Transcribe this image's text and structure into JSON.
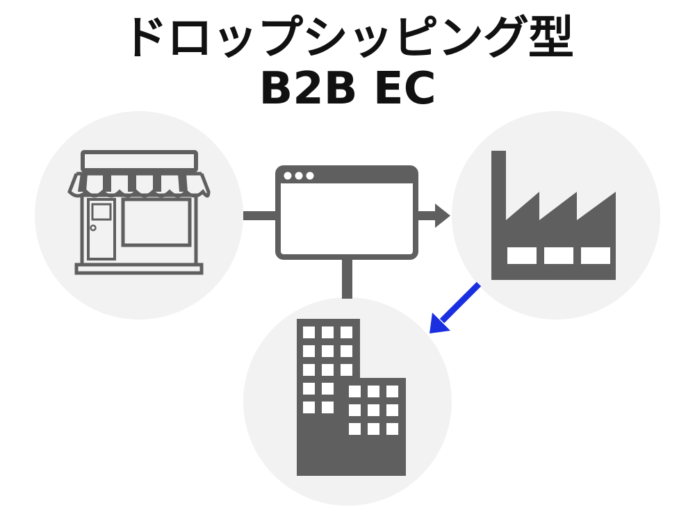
{
  "title": {
    "line1": "ドロップシッピング型",
    "line2": "B2B EC"
  },
  "nodes": [
    {
      "id": "store",
      "icon": "storefront-icon"
    },
    {
      "id": "platform",
      "icon": "browser-window-icon"
    },
    {
      "id": "factory",
      "icon": "factory-icon"
    },
    {
      "id": "company",
      "icon": "office-building-icon"
    }
  ],
  "colors": {
    "circle_fill": "#f2f2f2",
    "icon_fill": "#5f5f5f",
    "title_text": "#111111",
    "highlight_arrow": "#1a2fe0",
    "background": "#ffffff"
  }
}
